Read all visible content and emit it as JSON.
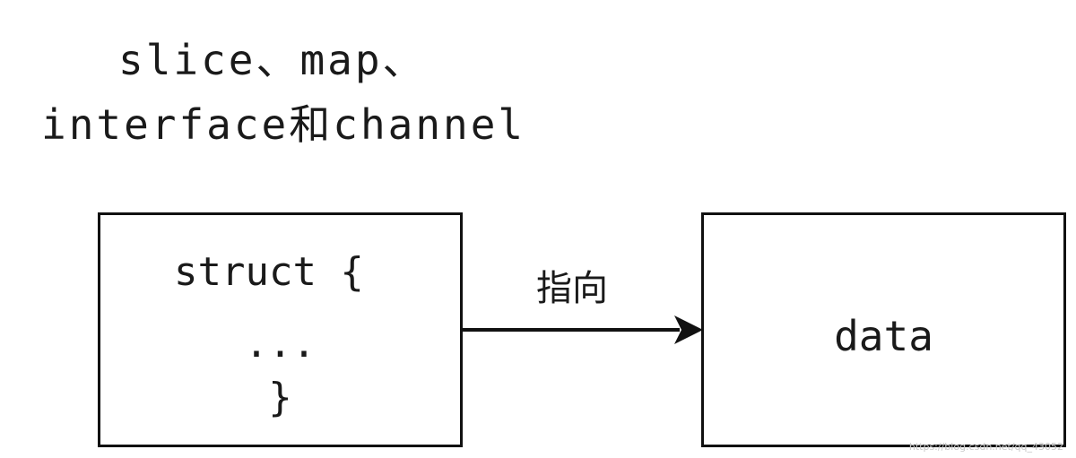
{
  "title": {
    "line1": "slice、map、",
    "line2": "interface和channel"
  },
  "struct_box": {
    "line1": "struct {",
    "line2": "...",
    "line3": "}"
  },
  "data_box": {
    "label": "data"
  },
  "edge": {
    "label": "指向"
  },
  "watermark": "https://blog.csdn.net/qq_43052"
}
